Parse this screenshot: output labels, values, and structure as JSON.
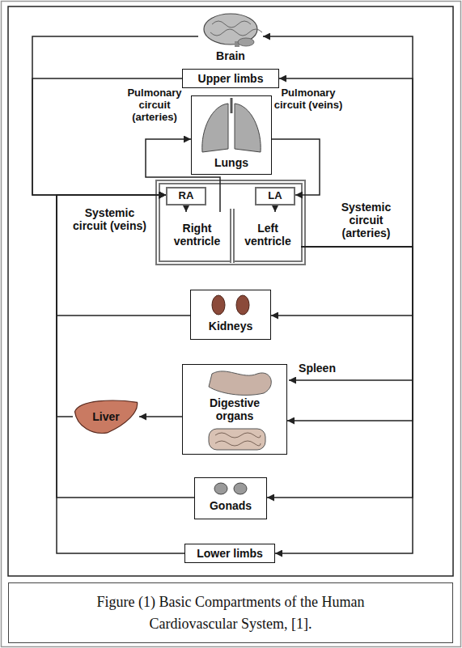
{
  "diagram": {
    "caption": "Figure (1) Basic Compartments of the Human Cardiovascular System, [1].",
    "nodes": [
      {
        "text": [
          "Brain"
        ]
      },
      {
        "text": [
          "Upper limbs"
        ]
      },
      {
        "text": [
          "Lungs"
        ]
      },
      {
        "text": [
          "RA"
        ]
      },
      {
        "text": [
          "Right ventricle"
        ]
      },
      {
        "text": [
          "LA"
        ]
      },
      {
        "text": [
          "Left ventricle"
        ]
      },
      {
        "text": [
          "Kidneys"
        ]
      },
      {
        "text": [
          "Digestive organs"
        ]
      },
      {
        "text": [
          "Liver"
        ]
      },
      {
        "text": [
          "Gonads"
        ]
      },
      {
        "text": [
          "Lower limbs"
        ]
      }
    ],
    "edges": [
      {
        "from": 4,
        "to": 2,
        "arrow": "to"
      },
      {
        "from": 2,
        "to": 5,
        "arrow": "to"
      },
      {
        "from": 3,
        "to": 4,
        "arrow": "to"
      },
      {
        "from": 5,
        "to": 6,
        "arrow": "to"
      },
      {
        "from": 6,
        "to": 0,
        "arrow": "to"
      },
      {
        "from": 6,
        "to": 1,
        "arrow": "to"
      },
      {
        "from": 6,
        "to": 7,
        "arrow": "to"
      },
      {
        "from": 6,
        "to": 8,
        "arrow": "to"
      },
      {
        "from": 6,
        "to": 10,
        "arrow": "to"
      },
      {
        "from": 6,
        "to": 11,
        "arrow": "to"
      },
      {
        "from": 0,
        "to": 3,
        "arrow": "to"
      },
      {
        "from": 1,
        "to": 3,
        "arrow": "to"
      },
      {
        "from": 7,
        "to": 3,
        "arrow": "to"
      },
      {
        "from": 8,
        "to": 9,
        "arrow": "to"
      },
      {
        "from": 9,
        "to": 3,
        "arrow": "to"
      },
      {
        "from": 10,
        "to": 3,
        "arrow": "to"
      },
      {
        "from": 11,
        "to": 3,
        "arrow": "to"
      }
    ],
    "labels": [
      "Pulmonary circuit (arteries)",
      "Pulmonary circuit (veins)",
      "Systemic circuit (veins)",
      "Systemic circuit (arteries)",
      "Spleen"
    ]
  }
}
